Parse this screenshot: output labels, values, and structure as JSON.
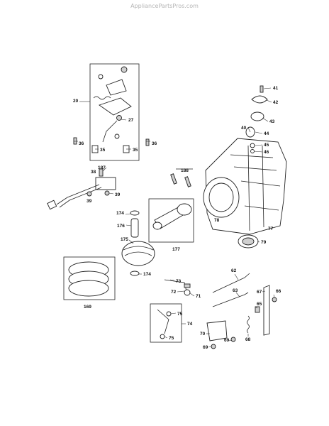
{
  "watermark": "AppliancePartsPros.com",
  "callouts": {
    "c20": "20",
    "c36a": "36",
    "c36b": "36",
    "c35a": "35",
    "c35b": "35",
    "c27": "27",
    "c187": "187",
    "c38": "38",
    "c39a": "39",
    "c39b": "39",
    "c188": "188",
    "c174a": "174",
    "c176": "176",
    "c175": "175",
    "c174b": "174",
    "c177": "177",
    "c169": "169",
    "c41": "41",
    "c42": "42",
    "c43": "43",
    "c40": "40",
    "c44": "44",
    "c45": "45",
    "c46": "46",
    "c78": "78",
    "c77": "77",
    "c79": "79",
    "c62": "62",
    "c73": "73",
    "c72": "72",
    "c71": "71",
    "c63": "63",
    "c67": "67",
    "c66": "66",
    "c65": "65",
    "c75a": "75",
    "c75b": "75",
    "c74": "74",
    "c70": "70",
    "c69a": "69",
    "c69b": "69",
    "c68": "68"
  }
}
